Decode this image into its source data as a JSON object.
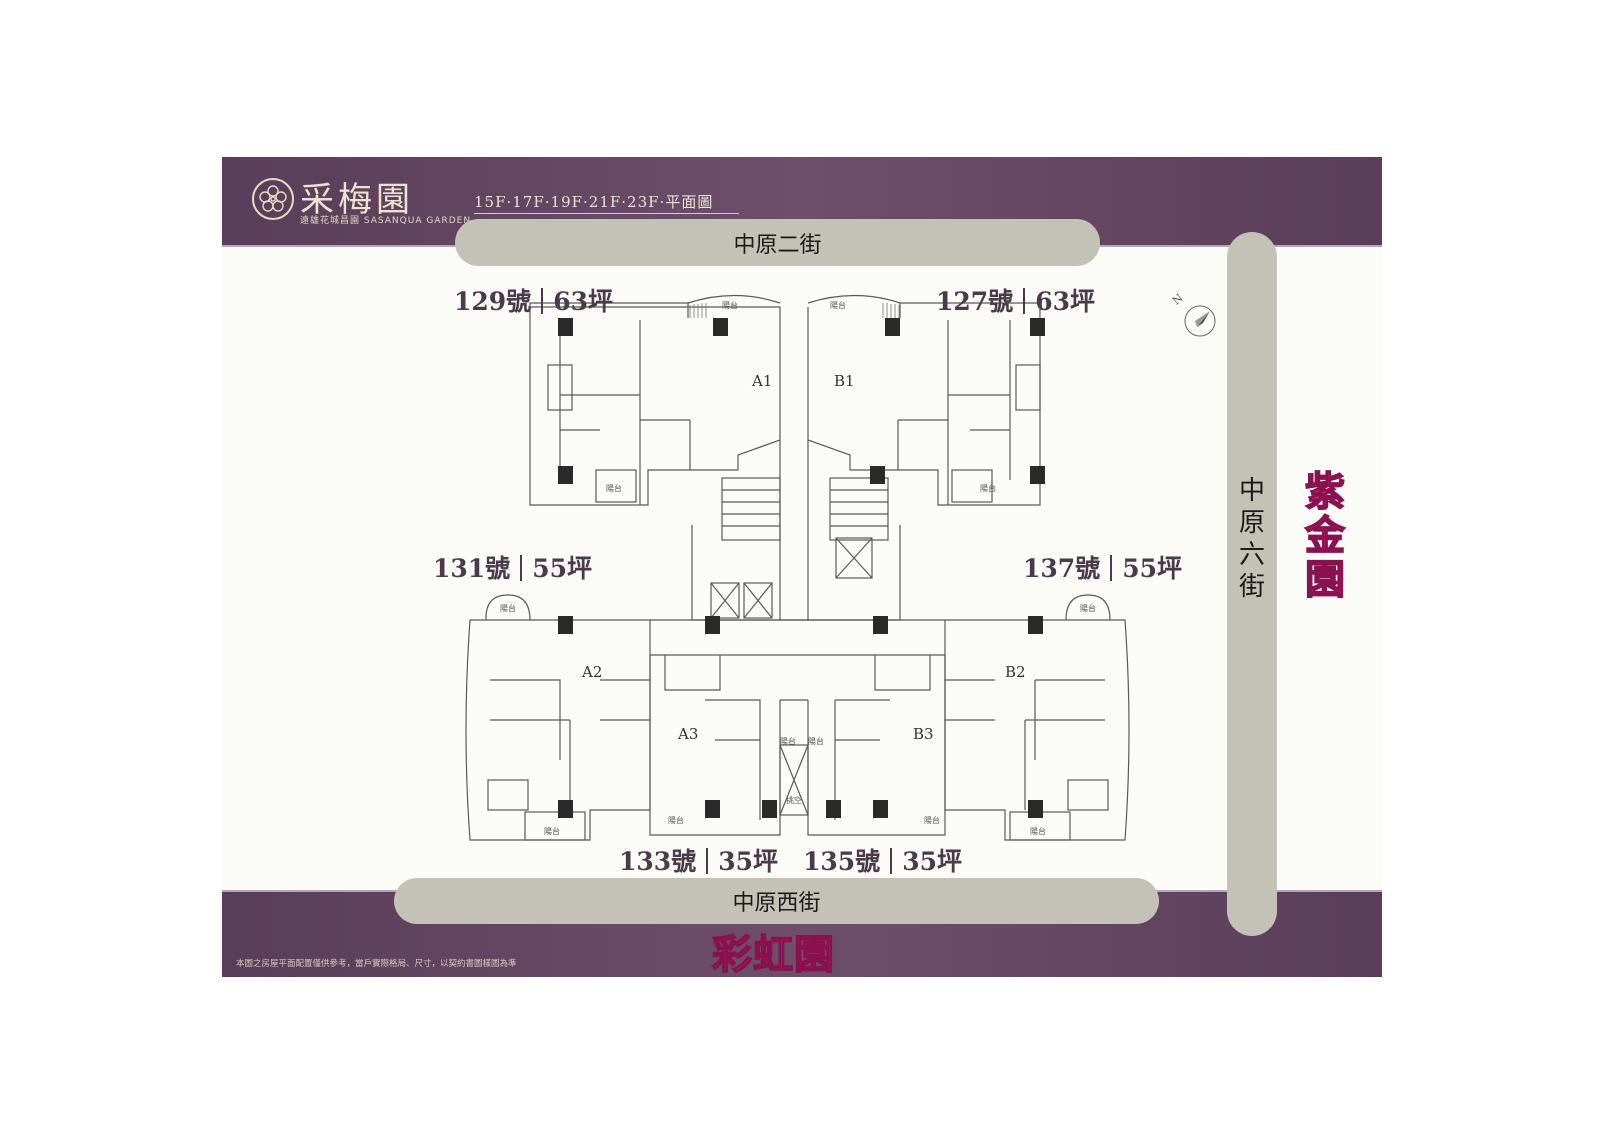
{
  "header": {
    "brand_name": "采梅園",
    "brand_subtitle": "遠雄花城昌園 SASANQUA GARDEN",
    "floors_title": "15F·17F·19F·21F·23F·平面圖"
  },
  "footer": {
    "disclaimer": "本圖之房屋平面配置僅供參考，當戶實際格局、尺寸，以契約書圖樣圖為準"
  },
  "streets": {
    "top": "中原二街",
    "bottom": "中原西街",
    "right": [
      "中",
      "原",
      "六",
      "街"
    ]
  },
  "neighbors": {
    "right": [
      "紫",
      "金",
      "園"
    ],
    "bottom": "彩虹園"
  },
  "units": [
    {
      "number": "129號",
      "size": "63坪"
    },
    {
      "number": "127號",
      "size": "63坪"
    },
    {
      "number": "131號",
      "size": "55坪"
    },
    {
      "number": "137號",
      "size": "55坪"
    },
    {
      "number": "133號",
      "size": "35坪"
    },
    {
      "number": "135號",
      "size": "35坪"
    }
  ],
  "room_codes": {
    "a1": "A1",
    "b1": "B1",
    "a2": "A2",
    "b2": "B2",
    "a3": "A3",
    "b3": "B3"
  },
  "balcony_label": "陽台",
  "void_label": "挑空",
  "compass_letter": "N",
  "colors": {
    "band": "#5a3d5a",
    "street": "#c4c2b7",
    "neighbor_text": "#ee1c8e",
    "unit_text": "#4a3a4a"
  }
}
